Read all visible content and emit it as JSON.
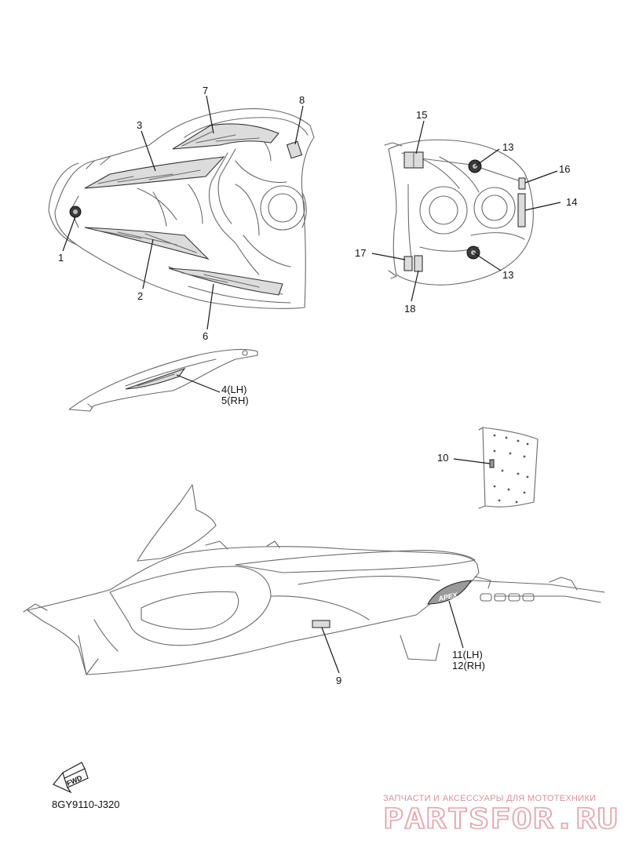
{
  "callouts": {
    "c1": "1",
    "c2": "2",
    "c3": "3",
    "c4": "4(LH)",
    "c5": "5(RH)",
    "c6": "6",
    "c7": "7",
    "c8": "8",
    "c9": "9",
    "c10": "10",
    "c11": "11(LH)",
    "c12": "12(RH)",
    "c13a": "13",
    "c13b": "13",
    "c14": "14",
    "c15": "15",
    "c16": "16",
    "c17": "17",
    "c18": "18"
  },
  "fwd_label": "FWD",
  "decal_text": "APEX",
  "diagram_code": "8GY9110-J320",
  "watermark": {
    "tagline": "ЗАПЧАСТИ И АКСЕССУАРЫ ДЛЯ МОТОТЕХНИКИ",
    "logo": "PARTSFOR.RU"
  }
}
